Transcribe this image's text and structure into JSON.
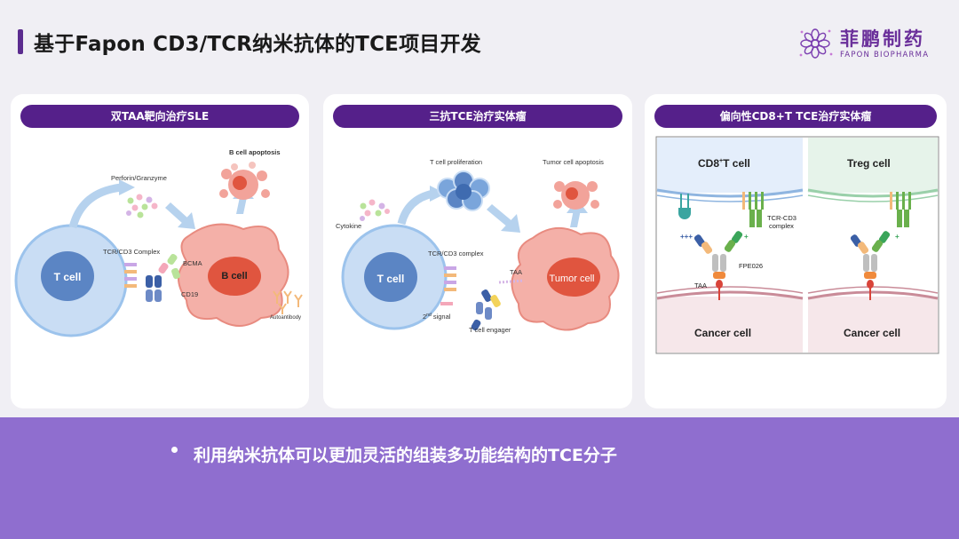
{
  "header": {
    "title": "基于Fapon CD3/TCR纳米抗体的TCE项目开发",
    "logo_cn": "菲鹏制药",
    "logo_en": "FAPON BIOPHARMA"
  },
  "panels": [
    {
      "title": "双TAA靶向治疗SLE",
      "labels": {
        "t_cell": "T cell",
        "b_cell": "B cell",
        "perforin": "Perforin/Granzyme",
        "apoptosis": "B cell apoptosis",
        "tcr": "TCR/CD3 Complex",
        "bcma": "BCMA",
        "cd19": "CD19",
        "autoantibody": "Autoantibody"
      }
    },
    {
      "title": "三抗TCE治疗实体瘤",
      "labels": {
        "t_cell": "T cell",
        "tumor_cell": "Tumor cell",
        "proliferation": "T cell proliferation",
        "tumor_apoptosis": "Tumor cell apoptosis",
        "cytokine": "Cytokine",
        "tcr": "TCR/CD3 complex",
        "taa": "TAA",
        "second_signal_sup": "nd",
        "second_signal_num": "2",
        "second_signal_text": " signal",
        "engager": "T cell engager"
      }
    },
    {
      "title": "偏向性CD8+T TCE治疗实体瘤",
      "labels": {
        "cd8_main": "CD8",
        "cd8_sup": "+",
        "cd8_rest": "T cell",
        "treg": "Treg cell",
        "tcr_cd3_1": "TCR-CD3",
        "tcr_cd3_2": "complex",
        "fpe": "FPE026",
        "taa": "TAA",
        "cancer_left": "Cancer cell",
        "cancer_right": "Cancer cell",
        "plus_left": "+++",
        "plus_right": "+"
      }
    }
  ],
  "bullet": "利用纳米抗体可以更加灵活的组装多功能结构的TCE分子",
  "colors": {
    "accent": "#55208a",
    "band": "#8f6ecf",
    "t_cell": "#9cc3ec",
    "tumor_cell": "#f2a39a"
  }
}
